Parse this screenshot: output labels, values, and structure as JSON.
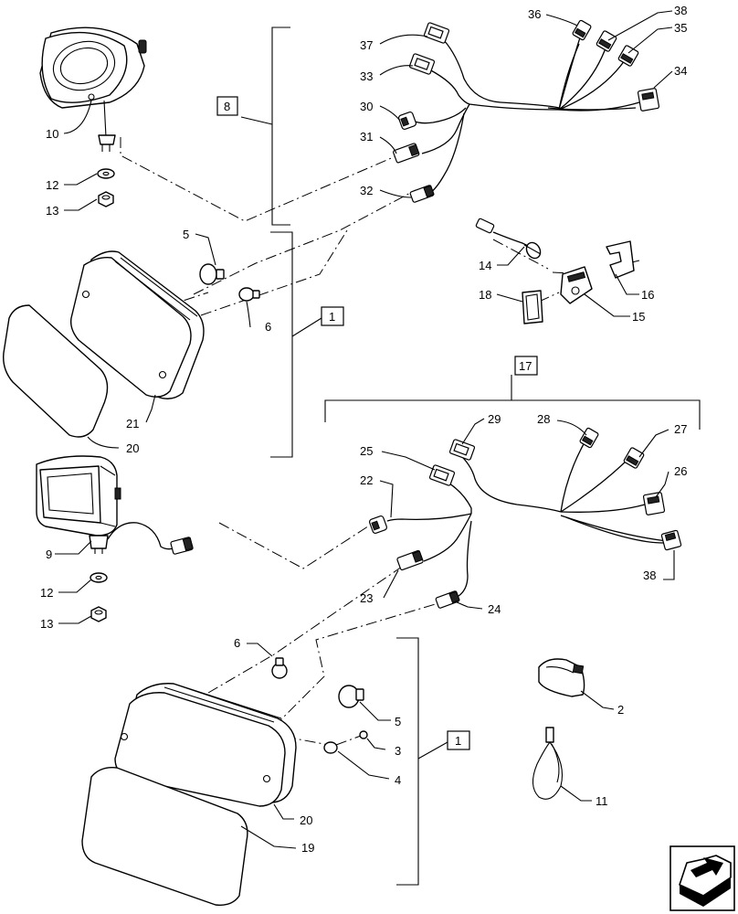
{
  "callouts": {
    "n1": "1",
    "n2": "2",
    "n3": "3",
    "n4": "4",
    "n5": "5",
    "n6": "6",
    "n8": "8",
    "n9": "9",
    "n10": "10",
    "n11": "11",
    "n12": "12",
    "n13": "13",
    "n14": "14",
    "n15": "15",
    "n16": "16",
    "n17": "17",
    "n18": "18",
    "n19": "19",
    "n20": "20",
    "n21": "21",
    "n22": "22",
    "n23": "23",
    "n24": "24",
    "n25": "25",
    "n26": "26",
    "n27": "27",
    "n28": "28",
    "n29": "29",
    "n30": "30",
    "n31": "31",
    "n32": "32",
    "n33": "33",
    "n34": "34",
    "n35": "35",
    "n36": "36",
    "n37": "37",
    "n38": "38"
  },
  "icons": {
    "navigation": "next-page-arrow-icon"
  }
}
